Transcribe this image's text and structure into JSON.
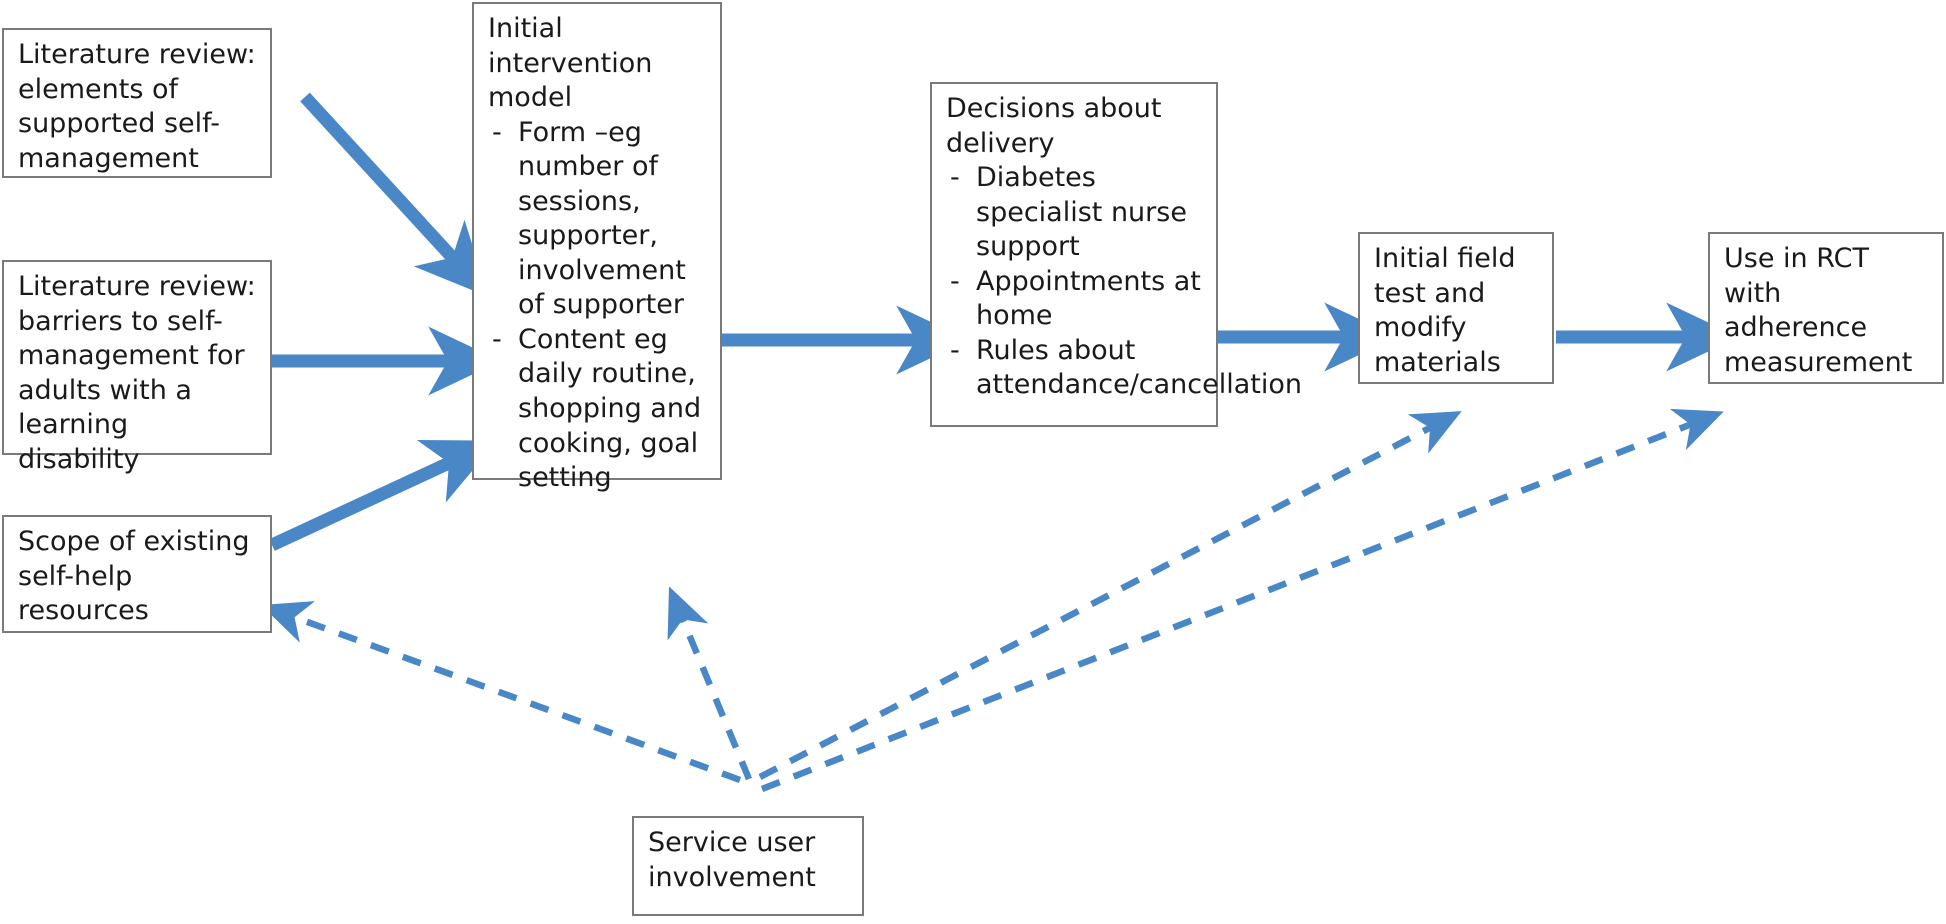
{
  "diagram": {
    "title": "Intervention development flow diagram",
    "accent_color": "#4a87c7",
    "box_border_color": "#7a7a7a",
    "text_color": "#1a1a1a",
    "background_color": "#ffffff",
    "nodes": [
      {
        "id": "lit-review-elements",
        "title": "Literature review: elements of supported self-management",
        "bullets": []
      },
      {
        "id": "lit-review-barriers",
        "title": "Literature review: barriers to self-management for adults with a learning disability",
        "bullets": []
      },
      {
        "id": "scope-self-help",
        "title": "Scope of existing self-help resources",
        "bullets": []
      },
      {
        "id": "initial-intervention-model",
        "title": "Initial intervention model",
        "bullets": [
          "Form –eg number of sessions, supporter, involvement of supporter",
          "Content eg daily routine, shopping and cooking, goal setting"
        ]
      },
      {
        "id": "decisions-about-delivery",
        "title": "Decisions  about delivery",
        "bullets": [
          "Diabetes specialist nurse support",
          "Appointments at home",
          "Rules about attendance/cancellation"
        ]
      },
      {
        "id": "initial-field-test",
        "title": "Initial field test and modify materials",
        "bullets": []
      },
      {
        "id": "use-in-rct",
        "title": "Use in RCT with adherence measurement",
        "bullets": []
      },
      {
        "id": "service-user-involvement",
        "title": "Service user involvement",
        "bullets": []
      }
    ],
    "edges": [
      {
        "id": "edge-elements-to-model",
        "from": "lit-review-elements",
        "to": "initial-intervention-model",
        "style": "solid"
      },
      {
        "id": "edge-barriers-to-model",
        "from": "lit-review-barriers",
        "to": "initial-intervention-model",
        "style": "solid"
      },
      {
        "id": "edge-scope-to-model",
        "from": "scope-self-help",
        "to": "initial-intervention-model",
        "style": "solid"
      },
      {
        "id": "edge-model-to-decisions",
        "from": "initial-intervention-model",
        "to": "decisions-about-delivery",
        "style": "solid"
      },
      {
        "id": "edge-decisions-to-field-test",
        "from": "decisions-about-delivery",
        "to": "initial-field-test",
        "style": "solid"
      },
      {
        "id": "edge-field-test-to-rct",
        "from": "initial-field-test",
        "to": "use-in-rct",
        "style": "solid"
      },
      {
        "id": "edge-involvement-to-scope",
        "from": "service-user-involvement",
        "to": "scope-self-help",
        "style": "dashed"
      },
      {
        "id": "edge-involvement-to-model",
        "from": "service-user-involvement",
        "to": "initial-intervention-model",
        "style": "dashed"
      },
      {
        "id": "edge-involvement-to-field-test",
        "from": "service-user-involvement",
        "to": "initial-field-test",
        "style": "dashed"
      },
      {
        "id": "edge-involvement-to-rct",
        "from": "service-user-involvement",
        "to": "use-in-rct",
        "style": "dashed"
      }
    ]
  }
}
